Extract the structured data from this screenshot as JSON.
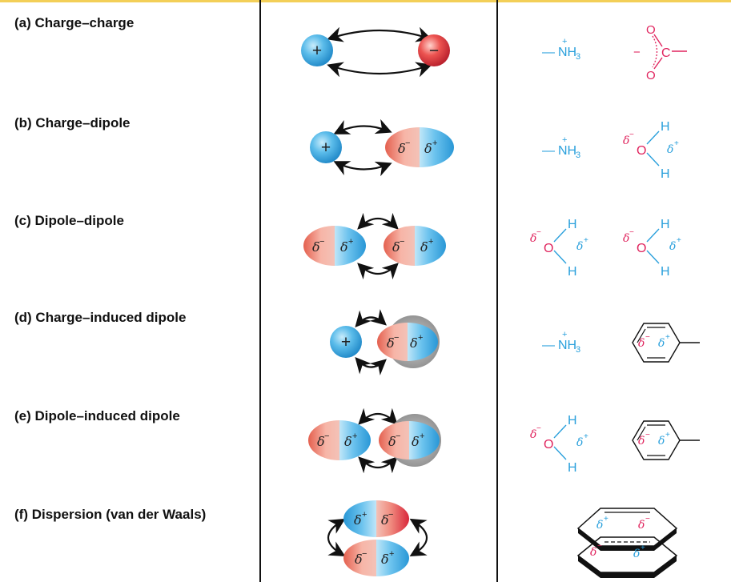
{
  "rows": [
    {
      "label": "(a) Charge–charge"
    },
    {
      "label": "(b) Charge–dipole"
    },
    {
      "label": "(c) Dipole–dipole"
    },
    {
      "label": "(d) Charge–induced dipole"
    },
    {
      "label": "(e) Dipole–induced dipole"
    },
    {
      "label": "(f)  Dispersion (van der Waals)"
    }
  ],
  "symbols": {
    "plus": "+",
    "minus": "−",
    "delta": "δ",
    "sup_plus": "+",
    "sup_minus": "−",
    "nh3_n": "NH",
    "nh3_sub": "3",
    "h": "H",
    "o": "O",
    "c": "C",
    "bond": "—"
  },
  "colors": {
    "cation": "#3fa9e0",
    "anion": "#e33e4c",
    "positive_text": "#2aa0dc",
    "negative_text": "#e0245e",
    "dipole_neg": "#e56b5d",
    "dipole_pos": "#36a8e2",
    "induced_shadow": "#9a9a9a",
    "top_rule": "#f3cf58"
  }
}
